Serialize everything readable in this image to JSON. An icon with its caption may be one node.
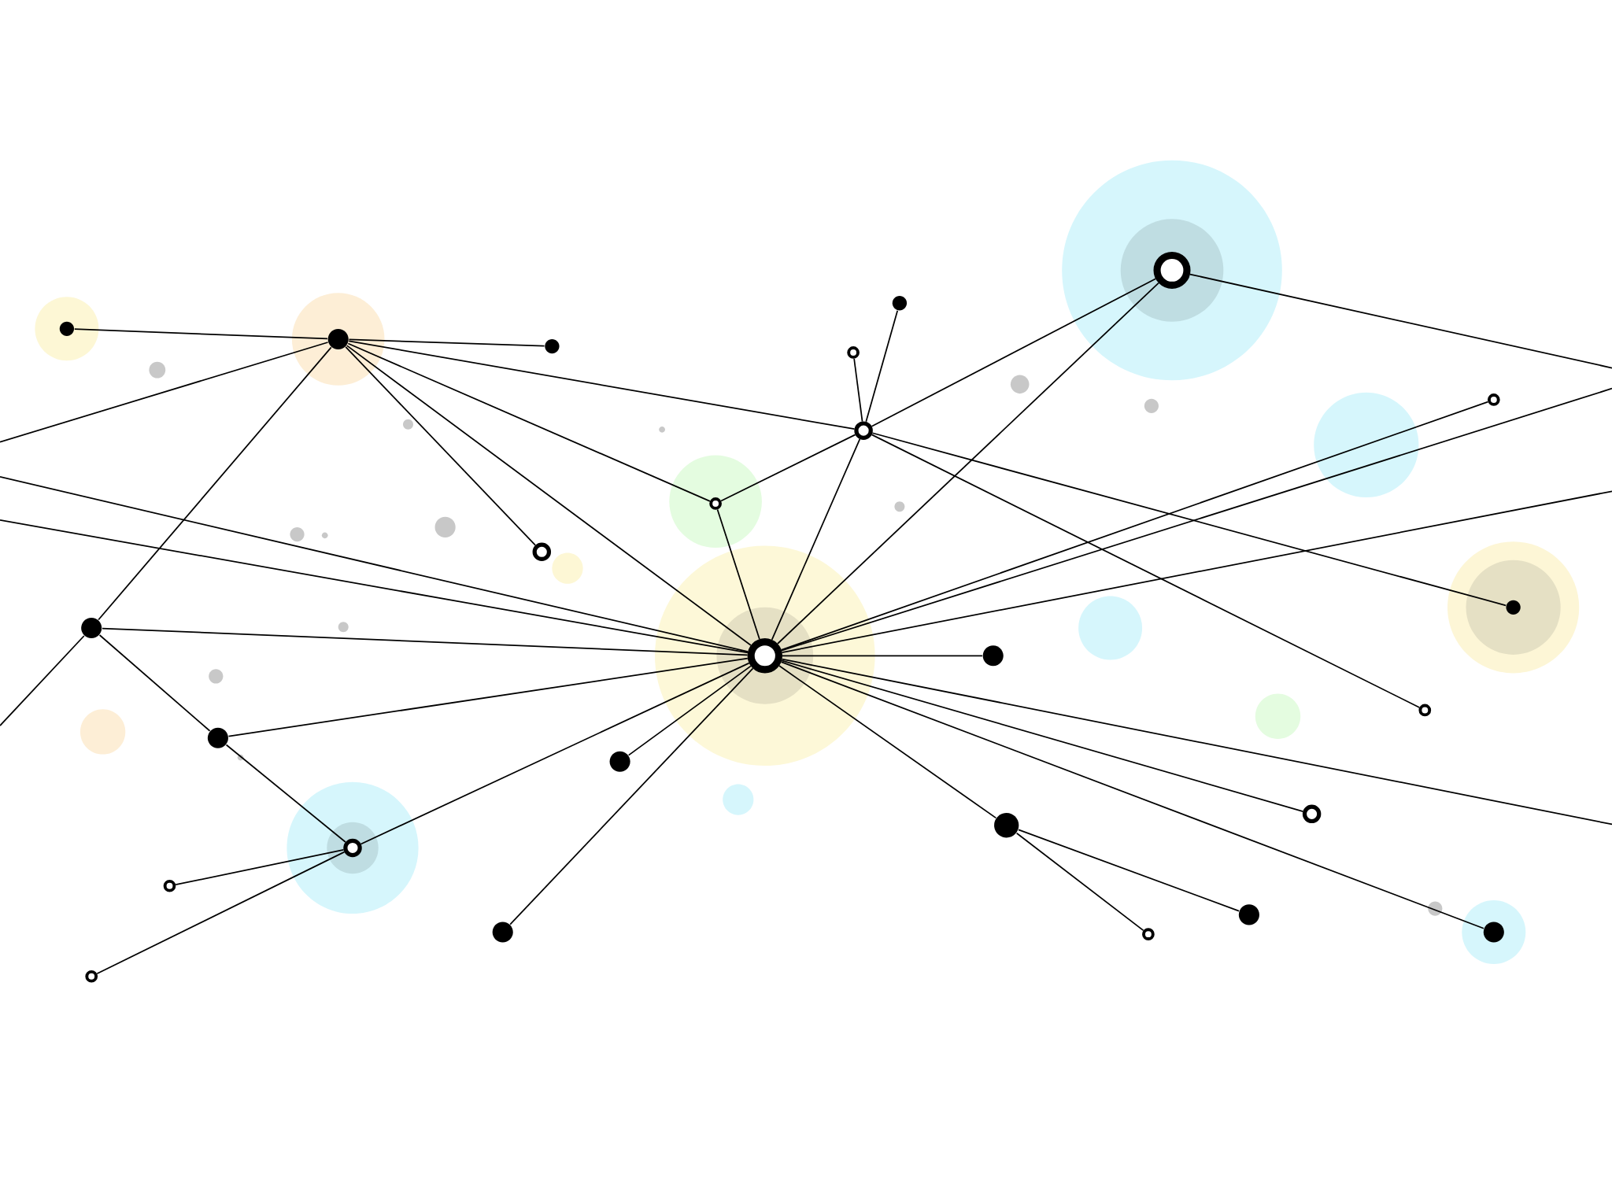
{
  "diagram": {
    "nodes": [
      {
        "text": [],
        "shape": "circle"
      },
      {
        "text": [],
        "shape": "circle"
      },
      {
        "text": [],
        "shape": "circle"
      },
      {
        "text": [],
        "shape": "circle"
      },
      {
        "text": [],
        "shape": "circle"
      },
      {
        "text": [],
        "shape": "circle"
      },
      {
        "text": [],
        "shape": "circle"
      },
      {
        "text": [],
        "shape": "circle"
      },
      {
        "text": [],
        "shape": "circle"
      },
      {
        "text": [],
        "shape": "circle"
      },
      {
        "text": [],
        "shape": "circle"
      },
      {
        "text": [],
        "shape": "circle"
      },
      {
        "text": [],
        "shape": "circle"
      },
      {
        "text": [],
        "shape": "circle"
      },
      {
        "text": [],
        "shape": "circle"
      },
      {
        "text": [],
        "shape": "circle"
      },
      {
        "text": [],
        "shape": "circle"
      },
      {
        "text": [],
        "shape": "circle"
      },
      {
        "text": [],
        "shape": "circle"
      },
      {
        "text": [],
        "shape": "circle"
      },
      {
        "text": [],
        "shape": "circle"
      },
      {
        "text": [],
        "shape": "circle"
      },
      {
        "text": [],
        "shape": "circle"
      },
      {
        "text": [],
        "shape": "circle"
      },
      {
        "text": [],
        "shape": "circle"
      },
      {
        "text": [],
        "shape": "circle"
      },
      {
        "text": [],
        "shape": "circle"
      }
    ],
    "edges": [
      {
        "from": 0,
        "to": 5,
        "arrow": "none"
      },
      {
        "from": 5,
        "to": 9,
        "arrow": "none"
      },
      {
        "from": 5,
        "to": 14,
        "arrow": "none"
      },
      {
        "from": 5,
        "to": 8,
        "arrow": "none"
      },
      {
        "from": 5,
        "to": 11,
        "arrow": "none"
      },
      {
        "from": 5,
        "to": 12,
        "arrow": "none"
      },
      {
        "from": 5,
        "to": 1,
        "arrow": "none"
      },
      {
        "from": null,
        "to": 5,
        "arrow": "none"
      },
      {
        "from": 1,
        "to": 12,
        "arrow": "none"
      },
      {
        "from": 1,
        "to": 4,
        "arrow": "none"
      },
      {
        "from": null,
        "to": 1,
        "arrow": "none"
      },
      {
        "from": 4,
        "to": 6,
        "arrow": "none"
      },
      {
        "from": 4,
        "to": 12,
        "arrow": "none"
      },
      {
        "from": 6,
        "to": 3,
        "arrow": "none"
      },
      {
        "from": 6,
        "to": 2,
        "arrow": "none"
      },
      {
        "from": 6,
        "to": 12,
        "arrow": "none"
      },
      {
        "from": 7,
        "to": 12,
        "arrow": "none"
      },
      {
        "from": 10,
        "to": 12,
        "arrow": "none"
      },
      {
        "from": 11,
        "to": 14,
        "arrow": "none"
      },
      {
        "from": 11,
        "to": 12,
        "arrow": "none"
      },
      {
        "from": 13,
        "to": 14,
        "arrow": "none"
      },
      {
        "from": 15,
        "to": 14,
        "arrow": "none"
      },
      {
        "from": 14,
        "to": 12,
        "arrow": "none"
      },
      {
        "from": 14,
        "to": 20,
        "arrow": "none"
      },
      {
        "from": 14,
        "to": 26,
        "arrow": "none"
      },
      {
        "from": 14,
        "to": 23,
        "arrow": "none"
      },
      {
        "from": 20,
        "to": 12,
        "arrow": "none"
      },
      {
        "from": 20,
        "to": null,
        "arrow": "none"
      },
      {
        "from": 24,
        "to": 12,
        "arrow": "none"
      },
      {
        "from": null,
        "to": 12,
        "arrow": "none"
      },
      {
        "from": null,
        "to": 12,
        "arrow": "none"
      },
      {
        "from": 12,
        "to": 16,
        "arrow": "none"
      },
      {
        "from": 12,
        "to": 17,
        "arrow": "none"
      },
      {
        "from": 17,
        "to": 19,
        "arrow": "none"
      },
      {
        "from": 17,
        "to": 21,
        "arrow": "none"
      },
      {
        "from": 12,
        "to": 22,
        "arrow": "none"
      },
      {
        "from": 12,
        "to": 25,
        "arrow": "none"
      },
      {
        "from": 12,
        "to": null,
        "arrow": "none"
      },
      {
        "from": null,
        "to": 12,
        "arrow": "none"
      },
      {
        "from": null,
        "to": 12,
        "arrow": "none"
      }
    ]
  }
}
